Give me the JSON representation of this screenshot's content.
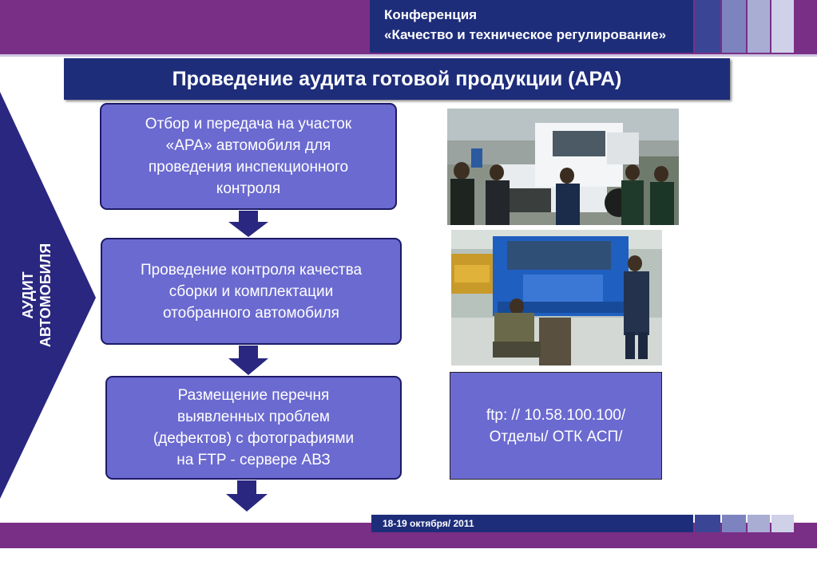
{
  "header": {
    "conference_line1": "Конференция",
    "conference_line2": "«Качество  и техническое регулирование»",
    "band_color": "#7a2f86",
    "navy_color": "#1e2d7a"
  },
  "title": "Проведение аудита готовой продукции (АРА)",
  "side_label": {
    "line1": "АУДИТ",
    "line2": "АВТОМОБИЛЯ"
  },
  "steps": [
    {
      "text_lines": [
        "Отбор  и передача на участок",
        "«АРА» автомобиля для",
        "проведения инспекционного",
        "контроля"
      ]
    },
    {
      "text_lines": [
        "Проведение контроля качества",
        "сборки и комплектации",
        "отобранного автомобиля"
      ]
    },
    {
      "text_lines": [
        "Размещение  перечня",
        "выявленных проблем",
        "(дефектов) с фотографиями",
        "на  FTP - сервере АВЗ"
      ]
    }
  ],
  "ftp": {
    "line1": "ftp: // 10.58.100.100/",
    "line2": "Отделы/ ОТК АСП/"
  },
  "photos": [
    {
      "subject": "Инспекторы у белого грузовика в цехе"
    },
    {
      "subject": "Осмотр синей кабины грузовика снизу"
    }
  ],
  "footer": {
    "date": "18-19 октября/ 2011"
  },
  "colors": {
    "box_fill": "#6b6ad0",
    "box_border": "#1d1a66",
    "arrow": "#2a2780"
  }
}
